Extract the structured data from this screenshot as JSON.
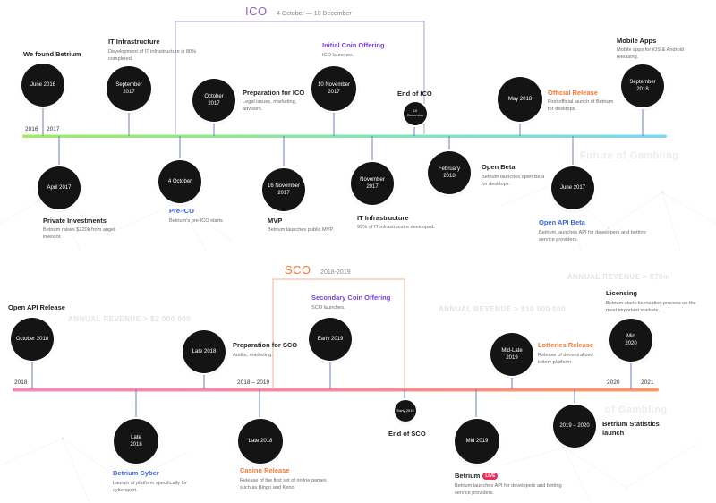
{
  "top": {
    "bracket_title": "ICO",
    "bracket_dates": "4 October — 10 December",
    "year_start_a": "2016",
    "year_start_b": "2017",
    "watermark": "Future of Gambling",
    "events": {
      "found": {
        "date": "June 2016",
        "title": "We found Betrium"
      },
      "it1": {
        "date": "September 2017",
        "title": "IT Infrastructure",
        "desc": "Development of IT infrastructure is 80% completed."
      },
      "prep": {
        "date": "October 2017",
        "title": "Preparation for ICO",
        "desc": "Legal issues, marketing, advisors."
      },
      "ico": {
        "date": "10 November 2017",
        "title": "Initial Coin Offering",
        "desc": "ICO launches."
      },
      "endico": {
        "date": "10 December",
        "title": "End of ICO"
      },
      "official": {
        "date": "May 2018",
        "title": "Official Release",
        "desc": "First official launch of Betrium for desktops."
      },
      "mobile": {
        "date": "September 2018",
        "title": "Mobile Apps",
        "desc": "Mobile apps for iOS & Android releasing."
      },
      "private": {
        "date": "April 2017",
        "title": "Private Investments",
        "desc": "Betrium raises $220k from angel investor."
      },
      "preico": {
        "date": "4 October",
        "title": "Pre-ICO",
        "desc": "Betrium's pre-ICO starts"
      },
      "mvp": {
        "date": "16 November 2017",
        "title": "MVP",
        "desc": "Betrium launches public MVP."
      },
      "it2": {
        "date": "November 2017",
        "title": "IT Infrastructure",
        "desc": "99% of IT infrastrucutre developed."
      },
      "beta": {
        "date": "February 2018",
        "title": "Open Beta",
        "desc": "Betrium launches open Beta for desktops."
      },
      "openapi": {
        "date": "June 2017",
        "title": "Open API Beta",
        "desc": "Betrium launches API for developers and betting service providers."
      }
    }
  },
  "bottom": {
    "bracket_title": "SCO",
    "bracket_dates": "2018-2019",
    "year_left": "2018",
    "year_mid": "2018 – 2019",
    "year_right_a": "2020",
    "year_right_b": "2021",
    "watermarks": {
      "rev2m": "ANNUAL REVENUE > $2 000 000",
      "rev10m": "ANNUAL REVENUE > $10 000 000",
      "rev70m": "ANNUAL REVENUE > $70m",
      "gambling": "of Gambling"
    },
    "events": {
      "apirel": {
        "date": "October 2018",
        "title": "Open API Release"
      },
      "prepsco": {
        "date": "Late 2018",
        "title": "Preparation for SCO",
        "desc": "Audits, marketing."
      },
      "sco": {
        "date": "Early 2019",
        "title": "Secondary Coin Offering",
        "desc": "SCO launches."
      },
      "endsco": {
        "date": "Early 2019",
        "title": "End of SCO"
      },
      "lotteries": {
        "date": "Mid-Late 2019",
        "title": "Lotteries Release",
        "desc": "Release of decentralized lottery platform"
      },
      "licensing": {
        "date": "Mid 2020",
        "title": "Licensing",
        "desc": "Betrium starts licensation process on the most important markets."
      },
      "cyber": {
        "date": "Late 2018",
        "title": "Betrium Cyber",
        "desc": "Launch of platform specifically for cybersport."
      },
      "casino": {
        "date": "Late 2018",
        "title": "Casino Release",
        "desc": "Release of the first set of online games such as Bingo and Keno."
      },
      "live": {
        "date": "Mid 2019",
        "title": "Betrium",
        "badge": "LIVE",
        "desc": "Betrium launches API for developers and betting service providers."
      },
      "stats": {
        "date": "2019 – 2020",
        "title": "Betrium Statistics launch"
      }
    }
  }
}
